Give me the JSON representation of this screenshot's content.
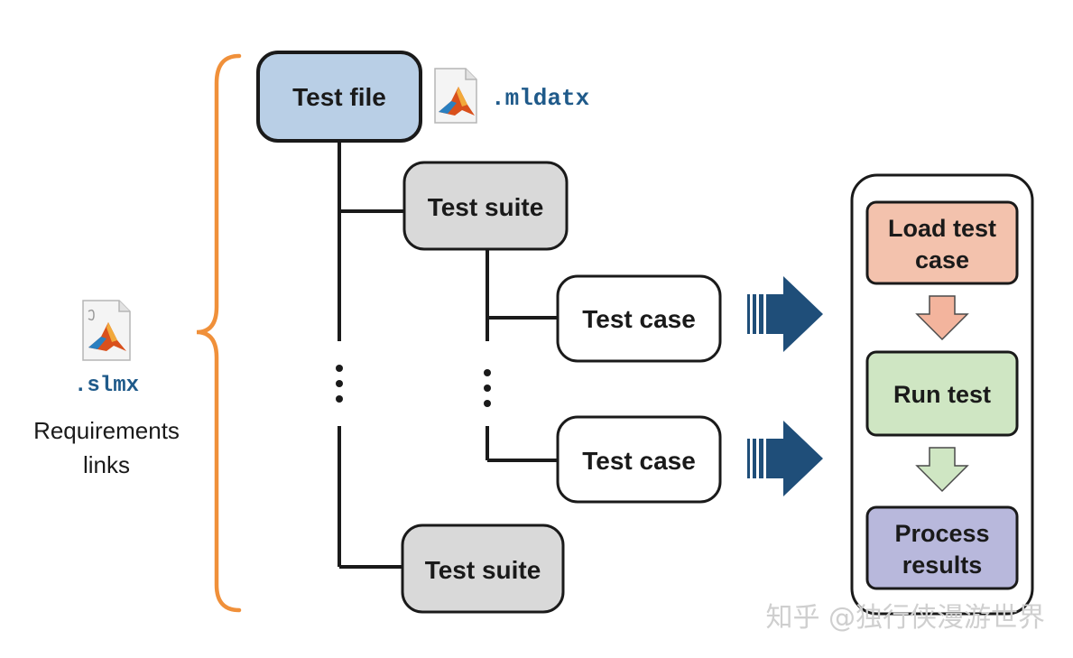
{
  "left_panel": {
    "extension": ".slmx",
    "description_line1": "Requirements",
    "description_line2": "links"
  },
  "hierarchy": {
    "test_file": {
      "label": "Test file",
      "extension": ".mldatx"
    },
    "test_suite_top": {
      "label": "Test suite"
    },
    "test_case_1": {
      "label": "Test case"
    },
    "test_case_2": {
      "label": "Test case"
    },
    "test_suite_bottom": {
      "label": "Test suite"
    }
  },
  "process": {
    "load": {
      "line1": "Load test",
      "line2": "case"
    },
    "run": {
      "label": "Run test"
    },
    "results": {
      "line1": "Process",
      "line2": "results"
    }
  },
  "watermark": "知乎 @独行侠漫游世界",
  "colors": {
    "test_file_fill": "#b9cfe6",
    "test_suite_fill": "#d9d9d9",
    "test_case_fill": "#ffffff",
    "load_fill": "#f3c2ad",
    "run_fill": "#cfe6c3",
    "results_fill": "#b8b8dc",
    "brace": "#f0903a",
    "blue_arrow": "#1f4e79",
    "down_arrow_1": "#f3b49d",
    "down_arrow_2": "#cfe6c3",
    "mono_text": "#1f5a8a"
  },
  "icons": [
    "matlab-file-icon",
    "matlab-file-icon"
  ]
}
